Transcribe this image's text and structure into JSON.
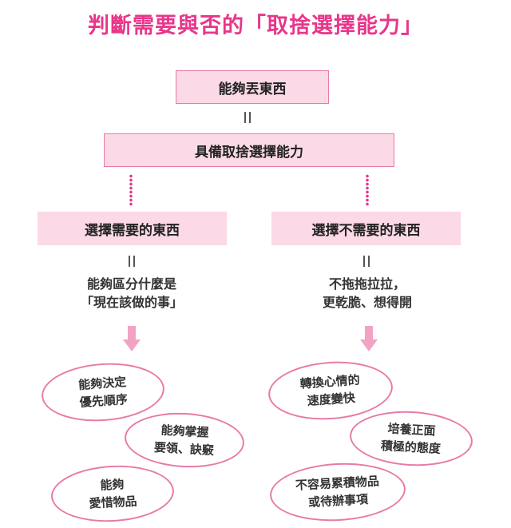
{
  "title": "判斷需要與否的「取捨選擇能力」",
  "top_box": "能夠丟東西",
  "equals_symbol": "||",
  "middle_box": "具備取捨選擇能力",
  "left": {
    "box": "選擇需要的東西",
    "desc_line1": "能夠區分什麼是",
    "desc_line2": "「現在該做的事」",
    "bubbles": [
      {
        "line1": "能夠決定",
        "line2": "優先順序"
      },
      {
        "line1": "能夠掌握",
        "line2": "要領、訣竅"
      },
      {
        "line1": "能夠",
        "line2": "愛惜物品"
      }
    ]
  },
  "right": {
    "box": "選擇不需要的東西",
    "desc_line1": "不拖拖拉拉，",
    "desc_line2": "更乾脆、想得開",
    "bubbles": [
      {
        "line1": "轉換心情的",
        "line2": "速度變快"
      },
      {
        "line1": "培養正面",
        "line2": "積極的態度"
      },
      {
        "line1": "不容易累積物品",
        "line2": "或待辦事項"
      }
    ]
  },
  "colors": {
    "title": "#e8368a",
    "box_fill": "#fbd9e6",
    "box_border": "#e87aa8",
    "dots": "#e8368a",
    "arrow": "#f2a3c3"
  }
}
